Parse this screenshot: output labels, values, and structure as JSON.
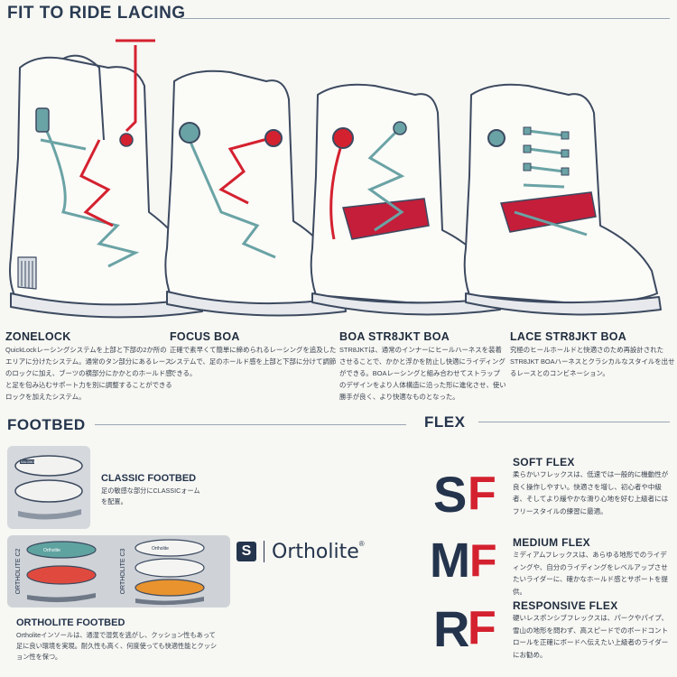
{
  "header": {
    "title": "FIT TO RIDE LACING"
  },
  "lacing": [
    {
      "name": "ZONELOCK",
      "text": "QuickLockレーシングシステムを上部と下部の2か所のエリアに分けたシステム。通常のタン部分にあるレースのロックに加え、ブーツの横部分にかかとのホールド感と足を包み込むサポート力を別に調整することができるロックを加えたシステム。"
    },
    {
      "name": "FOCUS BOA",
      "text": "正確で素早くて簡単に締められるレーシングを追及したシステムで、足のホールド感を上部と下部に分けて調節できる。"
    },
    {
      "name": "BOA STR8JKT BOA",
      "text": "STR8JKTは、通常のインナーにヒールハーネスを装着させることで、かかと浮かを防止し快適にライディングができる。BOAレーシングと組み合わせてストラップのデザインをより人体構造に沿った形に進化させ、使い勝手が良く、より快適なものとなった。"
    },
    {
      "name": "LACE STR8JKT BOA",
      "text": "究極のヒールホールドと快適さのため再設計されたSTR8JKT BOAハーネスとクラシカルなスタイルを出せるレースとのコンビネーション。"
    }
  ],
  "footbed": {
    "title": "FOOTBED",
    "classic": {
      "name": "CLASSIC FOOTBED",
      "text": "足の敏感な部分にCLASSICォームを配置。",
      "insole_brand": "SALOMON"
    },
    "ortholite": {
      "name": "ORTHOLITE FOOTBED",
      "text": "Ortholiteインソールは、通湿で湿気を逃がし、クッション性もあって足に良い環境を実現。耐久性も高く、何度使っても快適性能とクッション性を保つ。",
      "label_c2": "ORTHOLITE C2",
      "label_c3": "ORTHOLITE C3",
      "logo_s": "S",
      "logo_text": "Ortholite",
      "reg": "®",
      "insole_c2": "Ortholite",
      "insole_c3": "Ortholite"
    }
  },
  "flex": {
    "title": "FLEX",
    "items": [
      {
        "name": "SOFT FLEX",
        "letters": [
          "S",
          "F"
        ],
        "text": "柔らかいフレックスは、低速では一般的に機動性が良く操作しやすい。快適さを増し、初心者や中級者、そしてより緩やかな滑り心地を好む上級者にはフリースタイルの練習に最適。"
      },
      {
        "name": "MEDIUM FLEX",
        "letters": [
          "M",
          "F"
        ],
        "text": "ミディアムフレックスは、あらゆる地形でのライディングや、自分のライディングをレベルアップさせたいライダーに、確かなホールド感とサポートを提供。"
      },
      {
        "name": "RESPONSIVE FLEX",
        "letters": [
          "R",
          "F"
        ],
        "text": "硬いレスポンシブフレックスは、パークやパイプ、雪山の地形を問わず、高スピードでのボードコントロールを正確にボードへ伝えたい上級者のライダーにお勧め。"
      }
    ]
  },
  "colors": {
    "navy": "#24344c",
    "red": "#d4212f",
    "teal": "#5f9ea0",
    "outline": "#3c4a60"
  }
}
